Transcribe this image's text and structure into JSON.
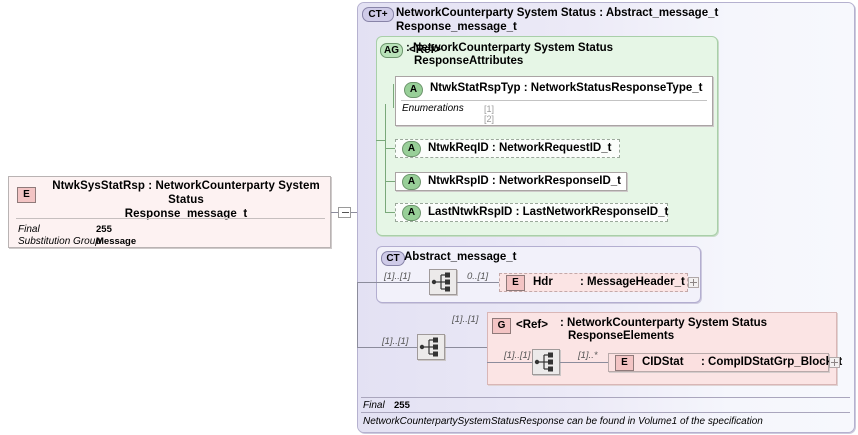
{
  "diagram": {
    "background": "#ffffff",
    "root_element": {
      "badge": "E",
      "name": "NtwkSysStatRsp",
      "separator": ":",
      "type_line1": "NetworkCounterparty System Status",
      "type_line2": "Response_message_t",
      "properties": [
        {
          "key": "Final",
          "value": "255"
        },
        {
          "key": "Substitution Group",
          "value": "Message"
        }
      ]
    },
    "complex_type": {
      "badge": "CT",
      "expander": "+",
      "title_line1": "NetworkCounterparty System Status  :  Abstract_message_t",
      "title_line2": "Response_message_t",
      "footer": {
        "key": "Final",
        "value": "255",
        "note": "NetworkCounterpartySystemStatusResponse can be found in Volume1 of the specification"
      }
    },
    "attribute_group": {
      "badge": "AG",
      "ref_label": "<Ref>",
      "separator": ":",
      "name_line1": "NetworkCounterparty System Status",
      "name_line2": "ResponseAttributes",
      "attributes": [
        {
          "badge": "A",
          "name": "NtwkStatRspTyp",
          "separator": ":",
          "type": "NetworkStatusResponseType_t",
          "optional": false,
          "facet_key": "Enumerations",
          "facet_values": [
            "[1]",
            "[2]"
          ]
        },
        {
          "badge": "A",
          "name": "NtwkReqID",
          "separator": ":",
          "type": "NetworkRequestID_t",
          "optional": true
        },
        {
          "badge": "A",
          "name": "NtwkRspID",
          "separator": ":",
          "type": "NetworkResponseID_t",
          "optional": false
        },
        {
          "badge": "A",
          "name": "LastNtwkRspID",
          "separator": ":",
          "type": "LastNetworkResponseID_t",
          "optional": true
        }
      ]
    },
    "abstract_message": {
      "badge": "CT",
      "title": "Abstract_message_t",
      "sequence_cardinality": "[1]..[1]",
      "child": {
        "badge": "E",
        "cardinality": "0..[1]",
        "name": "Hdr",
        "separator": ":",
        "type": "MessageHeader_t",
        "optional": true,
        "expander": "+"
      }
    },
    "group_ref": {
      "outer_cardinality": "[1]..[1]",
      "sequence_cardinality": "[1]..[1]",
      "badge": "G",
      "ref_label": "<Ref>",
      "separator": ":",
      "name_line1": "NetworkCounterparty System Status",
      "name_line2": "ResponseElements",
      "inner_sequence_cardinality": "[1]..[1]",
      "child": {
        "badge": "E",
        "cardinality": "[1]..*",
        "name": "CIDStat",
        "separator": ":",
        "type": "CompIDStatGrp_Block_t",
        "optional": false,
        "expander": "+"
      }
    }
  }
}
